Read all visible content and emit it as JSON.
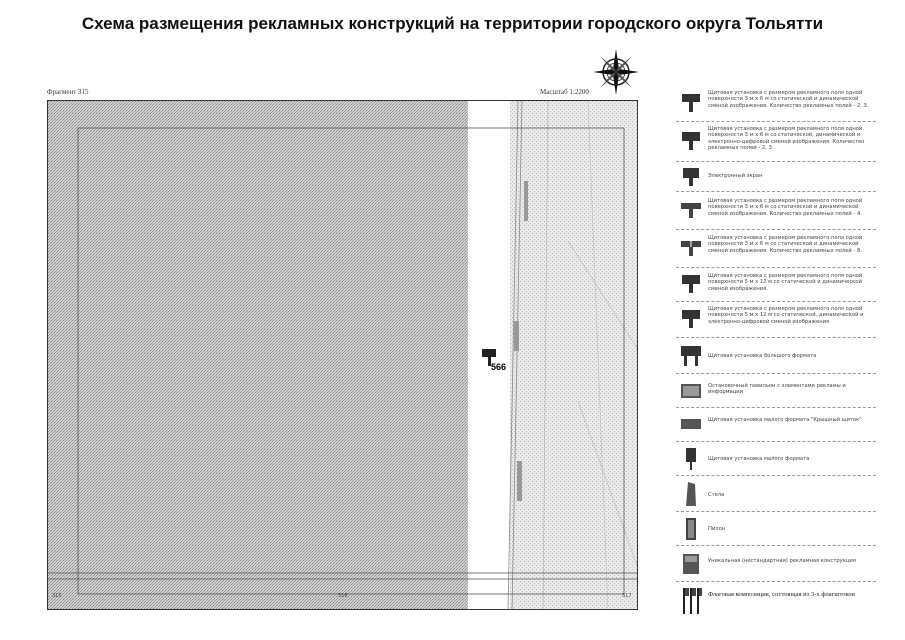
{
  "title": "Схема размещения рекламных конструкций на территории городского округа Тольятти",
  "map": {
    "fragment_label": "Фрагмент 315",
    "scale_label": "Масштаб 1:2200",
    "sign_number": "566",
    "corner_labels": {
      "bottom_left": "315",
      "bottom_mid": "316",
      "bottom_right": "317"
    }
  },
  "legend": {
    "items": [
      {
        "icon": "billboard-3x6-icon",
        "text": "Щитовая установка с размером рекламного поля одной поверхности 3 м х 6 м со статической и динамической сменой изображения. Количество рекламных полей - 2, 3."
      },
      {
        "icon": "billboard-3x6-digital-icon",
        "text": "Щитовая установка с размером рекламного поля одной поверхности 3 м х 6 м со статической, динамической и электронно-цифровой сменой изображения. Количество рекламных полей - 2, 3."
      },
      {
        "icon": "electronic-screen-icon",
        "text": "Электронный экран"
      },
      {
        "icon": "billboard-4-fields-icon",
        "text": "Щитовая установка с размером рекламного поля одной поверхности 3 м х 6 м со статической и динамической сменой изображения. Количество рекламных полей - 4."
      },
      {
        "icon": "billboard-8-fields-icon",
        "text": "Щитовая установка с размером рекламного поля одной поверхности 3 м х 6 м со статической и динамической сменой изображения. Количество рекламных полей - 8."
      },
      {
        "icon": "billboard-5x12-icon",
        "text": "Щитовая установка с размером рекламного поля одной поверхности 5 м х 12 м со статической и динамической сменой изображения."
      },
      {
        "icon": "billboard-5x12-digital-icon",
        "text": "Щитовая установка с размером рекламного поля одной поверхности 5 м х 12 м со статической, динамической и электронно-цифровой сменой изображения"
      },
      {
        "icon": "large-format-icon",
        "text": "Щитовая установка большого формата"
      },
      {
        "icon": "pavilion-icon",
        "text": "Остановочный павильон с элементами рекламы и информации"
      },
      {
        "icon": "small-format-city-icon",
        "text": "Щитовая установка малого формата \"Крышный щиток\""
      },
      {
        "icon": "small-format-icon",
        "text": "Щитовая установка малого формата"
      },
      {
        "icon": "stele-icon",
        "text": "Стела"
      },
      {
        "icon": "pylon-icon",
        "text": "Пилон"
      },
      {
        "icon": "unique-construction-icon",
        "text": "Уникальная (нестандартная) рекламная конструкция"
      },
      {
        "icon": "flag-composition-icon",
        "text": "Флаговая композиция, состоящая из 3-х флагштоков"
      }
    ]
  }
}
